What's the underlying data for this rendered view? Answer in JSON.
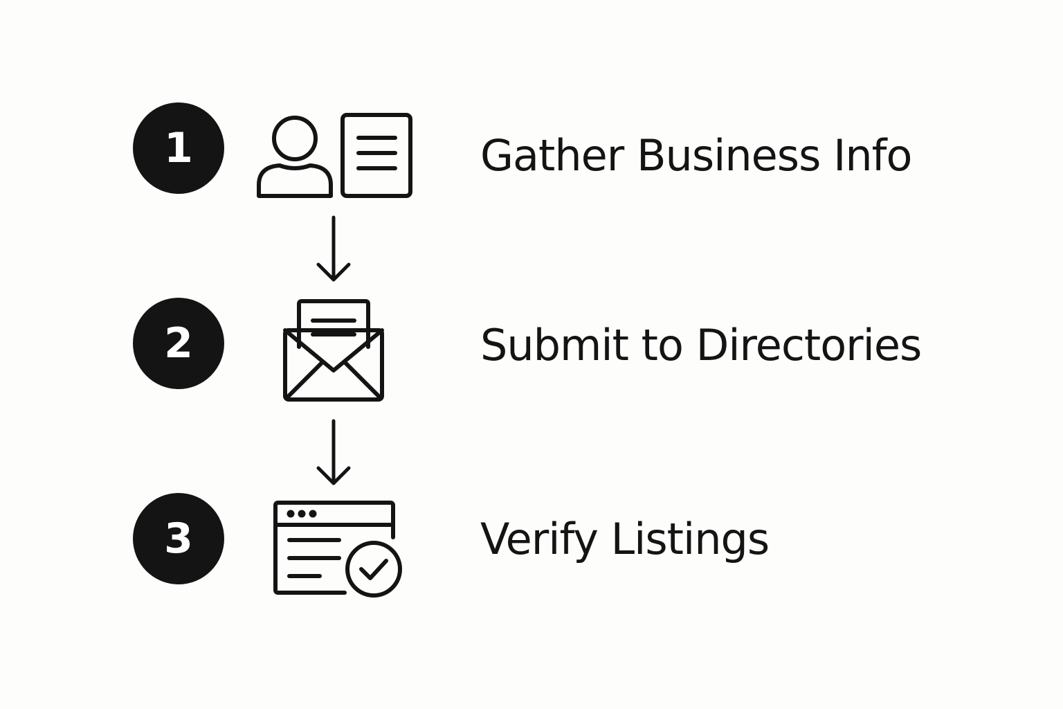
{
  "steps": [
    {
      "number": "1",
      "label": "Gather Business Info",
      "icon": "user-document-icon"
    },
    {
      "number": "2",
      "label": "Submit to Directories",
      "icon": "envelope-letter-icon"
    },
    {
      "number": "3",
      "label": "Verify Listings",
      "icon": "browser-check-icon"
    }
  ],
  "colors": {
    "ink": "#141414",
    "background": "#fdfdfc",
    "badge_text": "#ffffff"
  }
}
